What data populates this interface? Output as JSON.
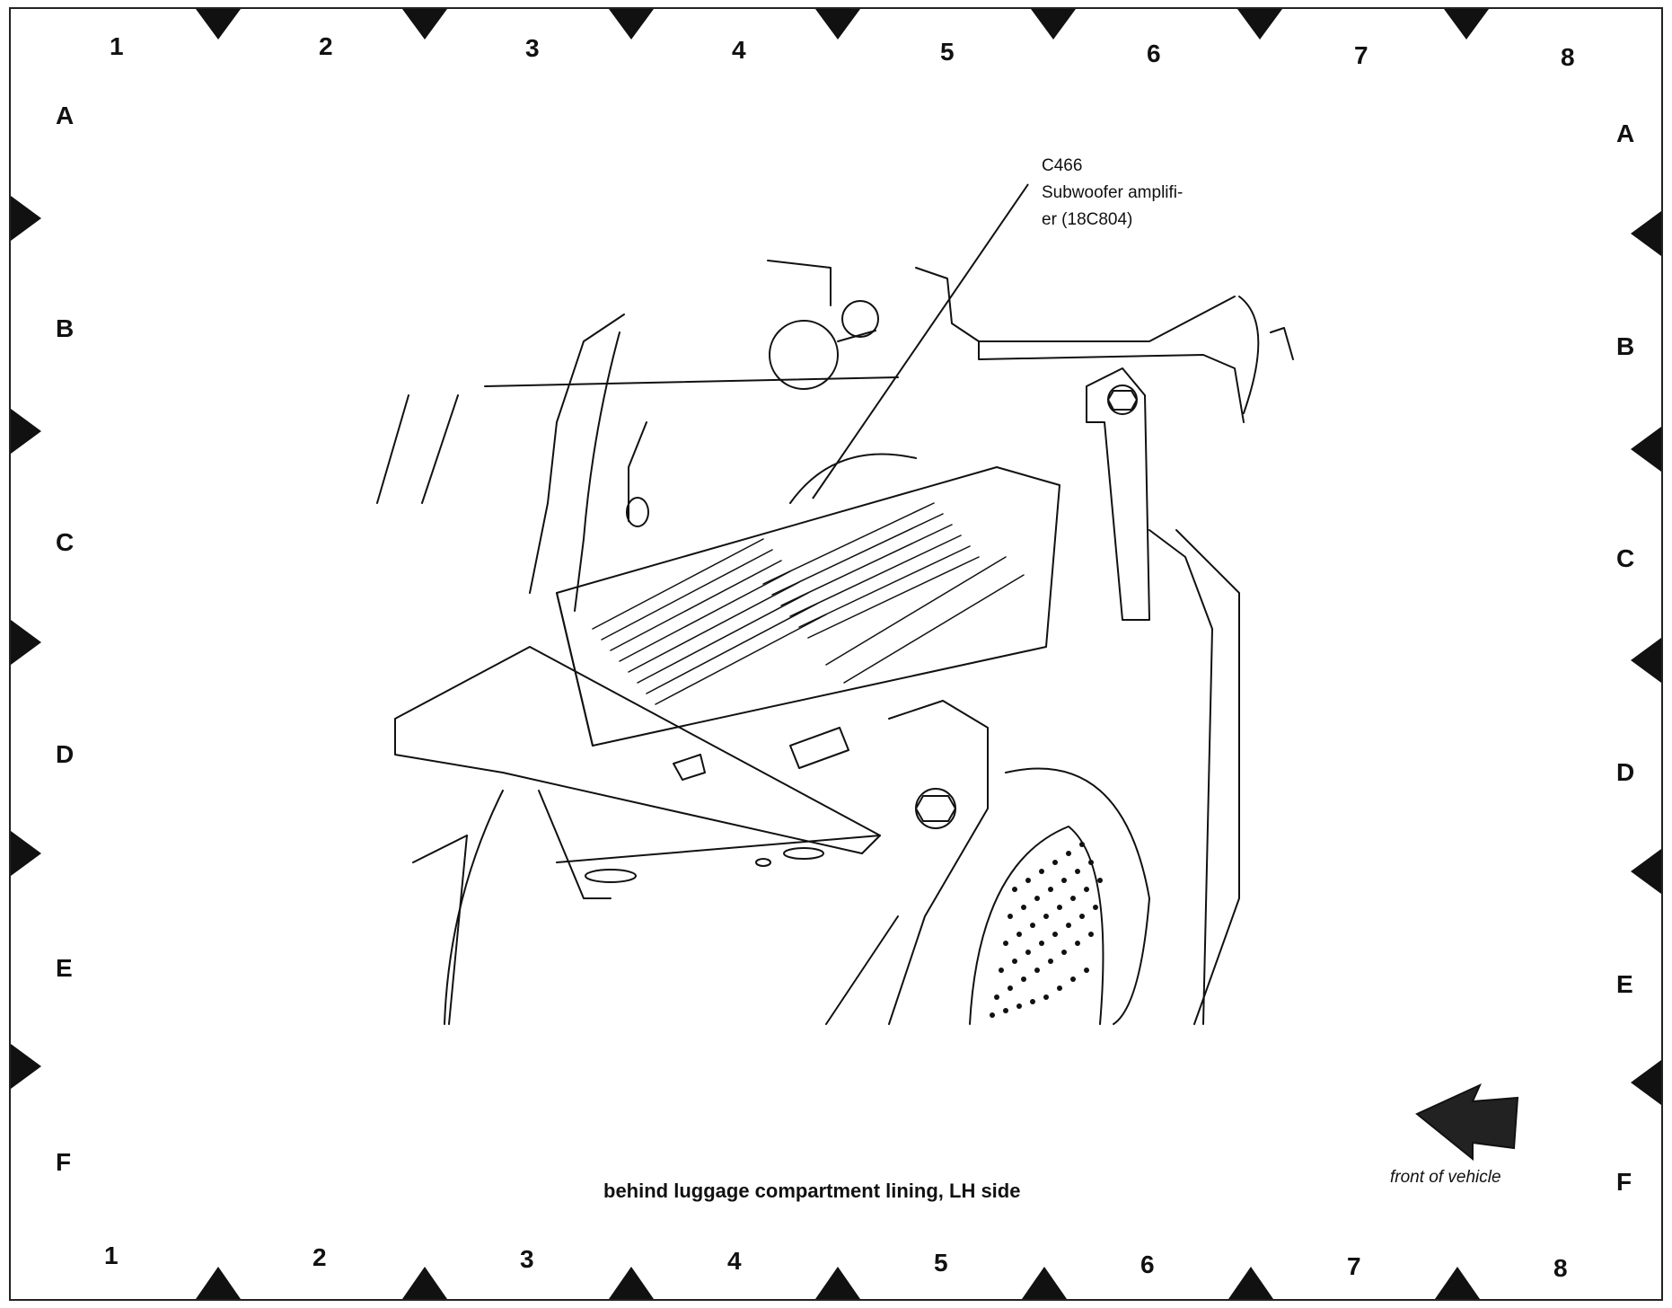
{
  "grid": {
    "columns": [
      "1",
      "2",
      "3",
      "4",
      "5",
      "6",
      "7",
      "8"
    ],
    "rows": [
      "A",
      "B",
      "C",
      "D",
      "E",
      "F"
    ]
  },
  "callout": {
    "connector": "C466",
    "line1": "Subwoofer amplifi-",
    "line2": "er (18C804)"
  },
  "caption": "behind luggage compartment lining, LH side",
  "orientation": {
    "label": "front of vehicle",
    "arrow_icon": "left-arrow-icon"
  },
  "colors": {
    "ink": "#111111",
    "paper": "#ffffff"
  }
}
